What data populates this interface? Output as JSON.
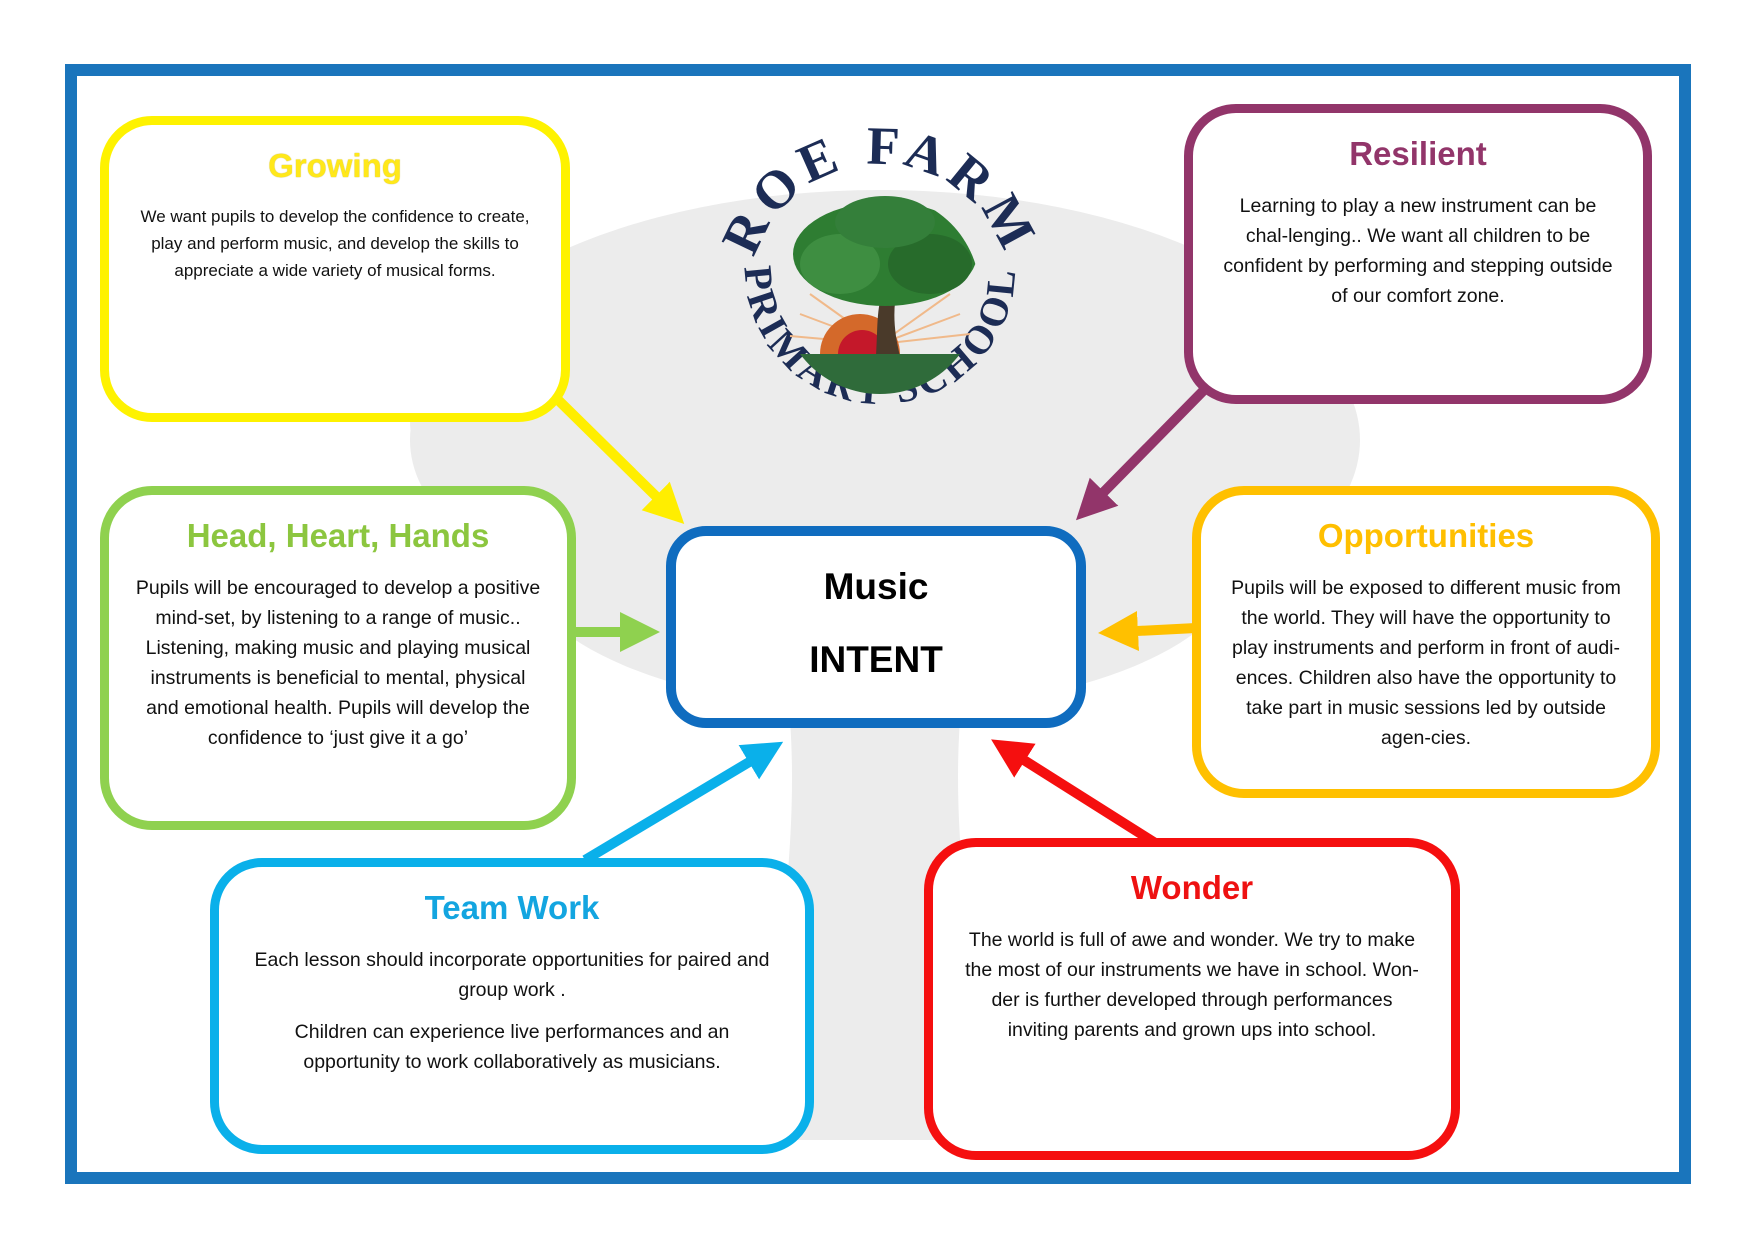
{
  "center": {
    "title": "Music",
    "subtitle": "INTENT"
  },
  "logo": {
    "text_top": "ROE FARM",
    "text_bottom": "PRIMARY SCHOOL",
    "icon": "tree-sunrise-icon",
    "colors": {
      "navy": "#1c2c55",
      "tree_green": "#2e7d32",
      "ground_green": "#2f6b3a",
      "sun_orange": "#d4692a",
      "sun_red": "#c4182a"
    }
  },
  "boxes": {
    "growing": {
      "title": "Growing",
      "paragraphs": [
        "We want pupils to develop the confidence to create, play and perform music, and develop the skills to appreciate a wide variety of musical forms."
      ],
      "color": "#fef200"
    },
    "resilient": {
      "title": "Resilient",
      "paragraphs": [
        "Learning to play a new instrument can be chal-lenging.. We want all children to be confident by performing  and stepping outside of our comfort zone."
      ],
      "color": "#92356a"
    },
    "head_heart_hands": {
      "title": "Head, Heart, Hands",
      "paragraphs": [
        "Pupils will be encouraged to develop a positive mind-set,  by listening to a range of music.. Listening, making music and playing musical instruments is beneficial to mental, physical and emotional health. Pupils will develop the confidence to ‘just give it a go’"
      ],
      "color": "#8fd14f"
    },
    "opportunities": {
      "title": "Opportunities",
      "paragraphs": [
        "Pupils will be exposed to different music from the world. They will have the opportunity to play instruments and perform in front of audi-ences. Children also have the opportunity to take part in music sessions led by outside agen-cies."
      ],
      "color": "#ffc000"
    },
    "team_work": {
      "title": "Team Work",
      "paragraphs": [
        "Each lesson should incorporate opportunities for paired and group work .",
        "Children can experience live performances and an opportunity to work collaboratively as musicians."
      ],
      "color": "#0ab0ea"
    },
    "wonder": {
      "title": "Wonder",
      "paragraphs": [
        "The world is full of awe and wonder. We try to make the most of our  instruments  we have in school. Won-der is further developed through performances inviting parents and grown ups into school."
      ],
      "color": "#f50f0f"
    }
  },
  "colors": {
    "frame": "#1a75bc",
    "center_border": "#0f6cbf"
  }
}
